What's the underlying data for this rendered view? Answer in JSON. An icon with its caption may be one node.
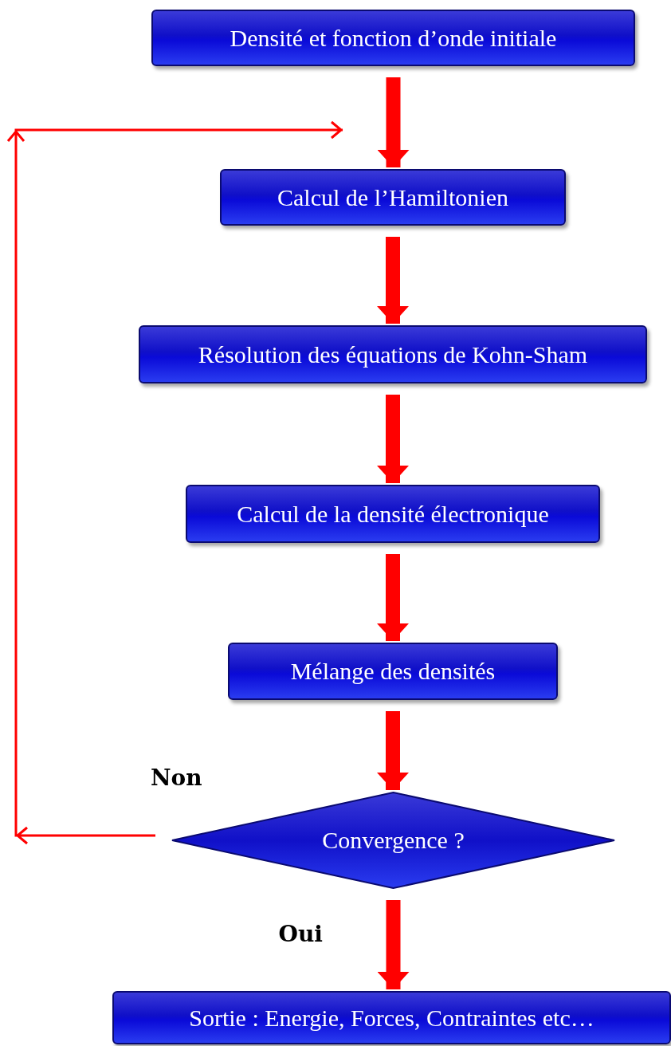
{
  "diagram": {
    "nodes": [
      {
        "text": [
          "Densité et fonction d’onde initiale"
        ]
      },
      {
        "text": [
          "Calcul de l’Hamiltonien"
        ]
      },
      {
        "text": [
          "Résolution des équations de Kohn-Sham"
        ]
      },
      {
        "text": [
          "Calcul de la densité électronique"
        ]
      },
      {
        "text": [
          "Mélange des densités"
        ]
      },
      {
        "text": [
          "Convergence ?"
        ]
      },
      {
        "text": [
          "Sortie : Energie, Forces, Contraintes etc…"
        ]
      }
    ],
    "edges": [
      {
        "from": 0,
        "to": 1,
        "arrow": "to"
      },
      {
        "from": 1,
        "to": 2,
        "arrow": "to"
      },
      {
        "from": 2,
        "to": 3,
        "arrow": "to"
      },
      {
        "from": 3,
        "to": 4,
        "arrow": "to"
      },
      {
        "from": 4,
        "to": 5,
        "arrow": "to"
      },
      {
        "from": 5,
        "to": 6,
        "arrow": "to",
        "label": "Oui"
      },
      {
        "from": 5,
        "to": null,
        "arrow": "to",
        "label": "Non"
      }
    ]
  }
}
